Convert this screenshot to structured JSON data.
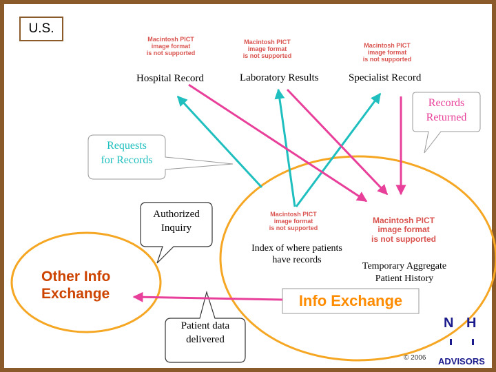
{
  "title_label": "U.S.",
  "pict_notice": [
    "Macintosh PICT",
    "image format",
    "is not supported"
  ],
  "record_sources": {
    "hospital": "Hospital Record",
    "laboratory": "Laboratory Results",
    "specialist": "Specialist Record"
  },
  "callouts": {
    "records_returned": [
      "Records",
      "Returned"
    ],
    "requests_for_records": [
      "Requests",
      "for Records"
    ],
    "authorized_inquiry": [
      "Authorized",
      "Inquiry"
    ],
    "patient_data_delivered": [
      "Patient data",
      "delivered"
    ]
  },
  "index_label": [
    "Index of where patients",
    "have records"
  ],
  "aggregate_label": [
    "Temporary Aggregate",
    "Patient History"
  ],
  "info_exchange_label": "Info Exchange",
  "other_exchange_label": [
    "Other Info",
    "Exchange"
  ],
  "copyright": "© 2006",
  "logo": {
    "letters": [
      "N",
      "H"
    ],
    "name": "ADVISORS"
  },
  "colors": {
    "frame": "#8b5a2b",
    "ellipse": "#f5a623",
    "teal_arrows": "#1fbfbf",
    "magenta_arrows": "#e8409a",
    "pict_text": "#d9534f",
    "orange_text": "#ff8c00",
    "logo_text": "#1a1a8c"
  }
}
